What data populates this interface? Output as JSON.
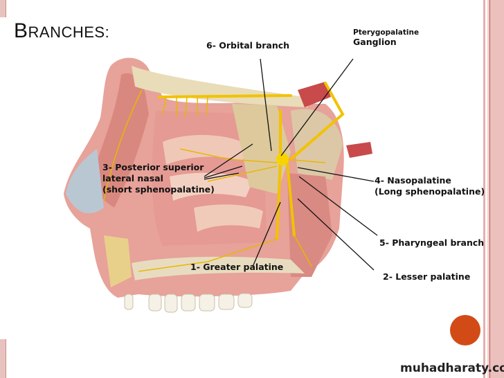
{
  "slide": {
    "title_first": "B",
    "title_rest": "RANCHES:",
    "labels": {
      "orbital": "6- Orbital branch",
      "ganglion_line1": "Pterygopalatine",
      "ganglion_line2": "Ganglion",
      "posterior_line1": "3- Posterior superior",
      "posterior_line2": "lateral nasal",
      "posterior_line3": "(short sphenopalatine)",
      "nasopalatine_line1": "4- Nasopalatine",
      "nasopalatine_line2": "(Long sphenopalatine)",
      "pharyngeal": "5- Pharyngeal branch",
      "greater_palatine": "1- Greater palatine",
      "lesser_palatine": "2- Lesser palatine"
    },
    "watermark": "muhadharaty.com"
  },
  "colors": {
    "accent_dot": "#d24b17",
    "stripe": "#e4b4b0",
    "nerve": "#f2c200"
  }
}
